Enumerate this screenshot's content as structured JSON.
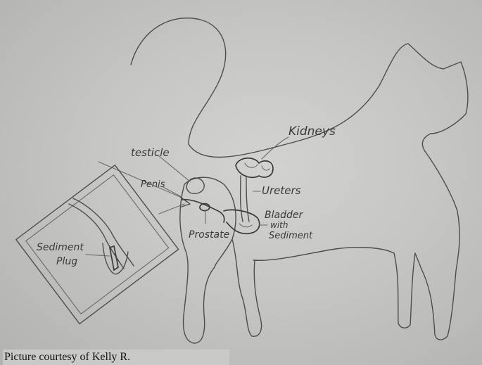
{
  "diagram": {
    "labels": {
      "kidneys": "Kidneys",
      "testicle": "testicle",
      "penis": "Penis",
      "ureters": "Ureters",
      "bladder": "Bladder",
      "bladder_with": "with",
      "bladder_sediment": "Sediment",
      "prostate": "Prostate",
      "sediment": "Sediment",
      "plug": "Plug"
    }
  },
  "caption": "Picture courtesy of Kelly R."
}
